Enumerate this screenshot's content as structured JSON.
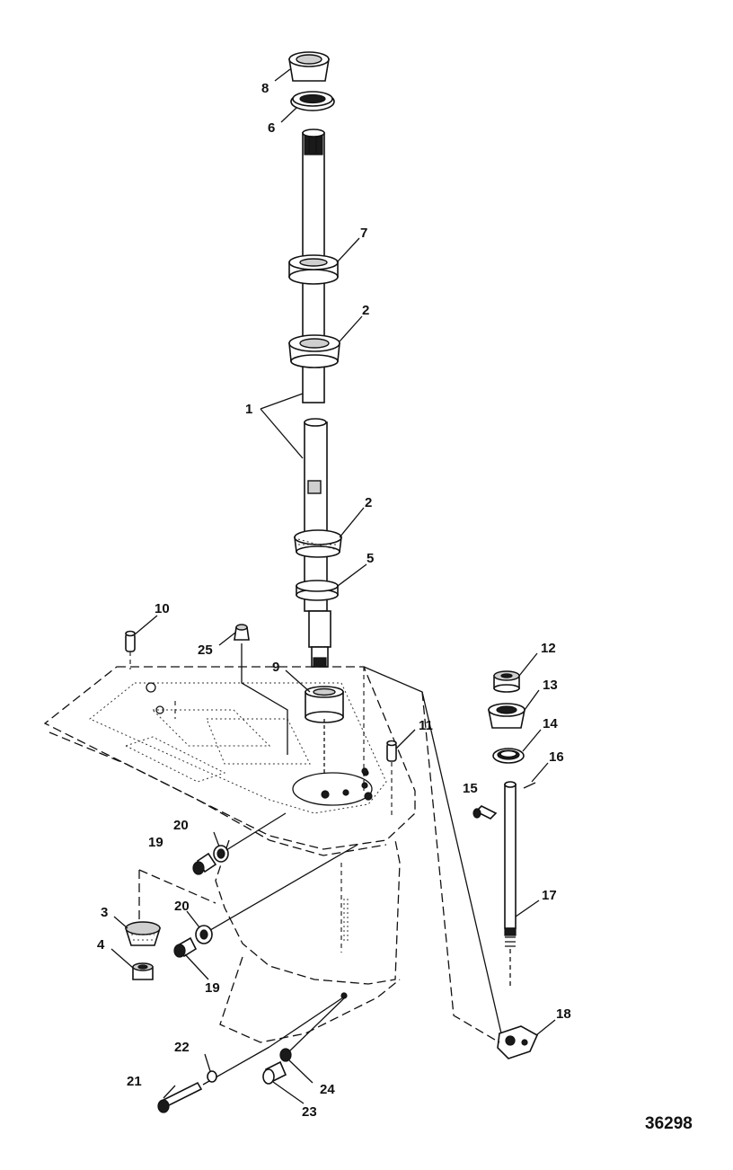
{
  "diagram": {
    "figure_id": "36298",
    "callouts": {
      "c1": "1",
      "c2a": "2",
      "c2b": "2",
      "c3": "3",
      "c4": "4",
      "c5": "5",
      "c6": "6",
      "c7": "7",
      "c8": "8",
      "c9": "9",
      "c10": "10",
      "c11": "11",
      "c12": "12",
      "c13": "13",
      "c14": "14",
      "c15": "15",
      "c16": "16",
      "c17": "17",
      "c18": "18",
      "c19a": "19",
      "c19b": "19",
      "c20a": "20",
      "c20b": "20",
      "c21": "21",
      "c22": "22",
      "c23": "23",
      "c24": "24",
      "c25": "25"
    }
  }
}
